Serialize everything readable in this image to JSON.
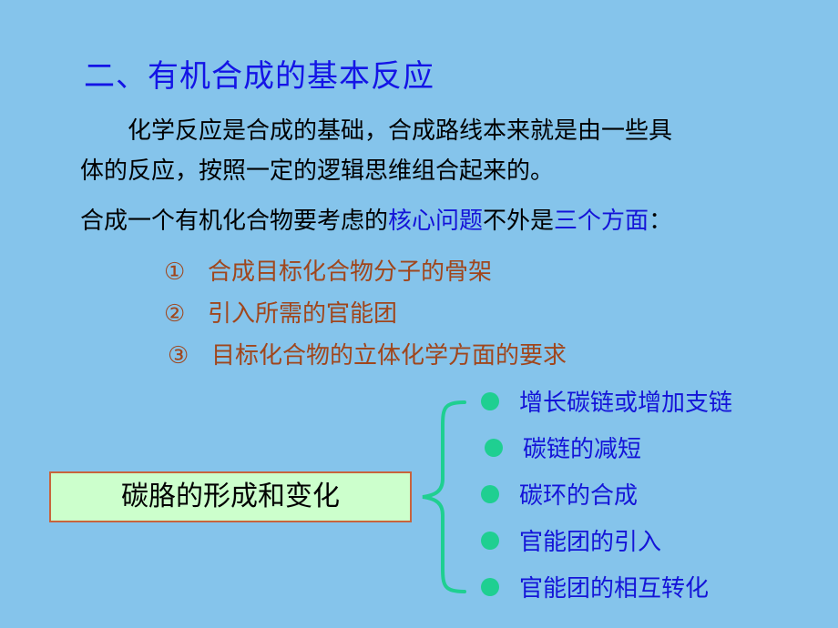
{
  "title": "二、有机合成的基本反应",
  "paragraph": {
    "line1": "化学反应是合成的基础，合成路线本来就是由一些具",
    "line2": "体的反应，按照一定的逻辑思维组合起来的。"
  },
  "core_statement": {
    "prefix": "合成一个有机化合物要考虑的",
    "highlight1": "核心问题",
    "middle": "不外是",
    "highlight2": "三个方面",
    "suffix": "："
  },
  "aspects": [
    {
      "num": "①",
      "text": "合成目标化合物分子的骨架"
    },
    {
      "num": "②",
      "text": "引入所需的官能团"
    },
    {
      "num": "③",
      "text": "目标化合物的立体化学方面的要求"
    }
  ],
  "carbon_box": "碳胳的形成和变化",
  "bullets": [
    "增长碳链或增加支链",
    "碳链的减短",
    "碳环的合成",
    "官能团的引入",
    "官能团的相互转化"
  ],
  "colors": {
    "background": "#85c4eb",
    "title": "#1414e6",
    "highlight": "#1414d8",
    "aspect_text": "#a0461c",
    "box_fill": "#ccffcc",
    "box_border": "#c8643c",
    "bullet_dot": "#1fcf91",
    "brace": "#1fcf91"
  }
}
